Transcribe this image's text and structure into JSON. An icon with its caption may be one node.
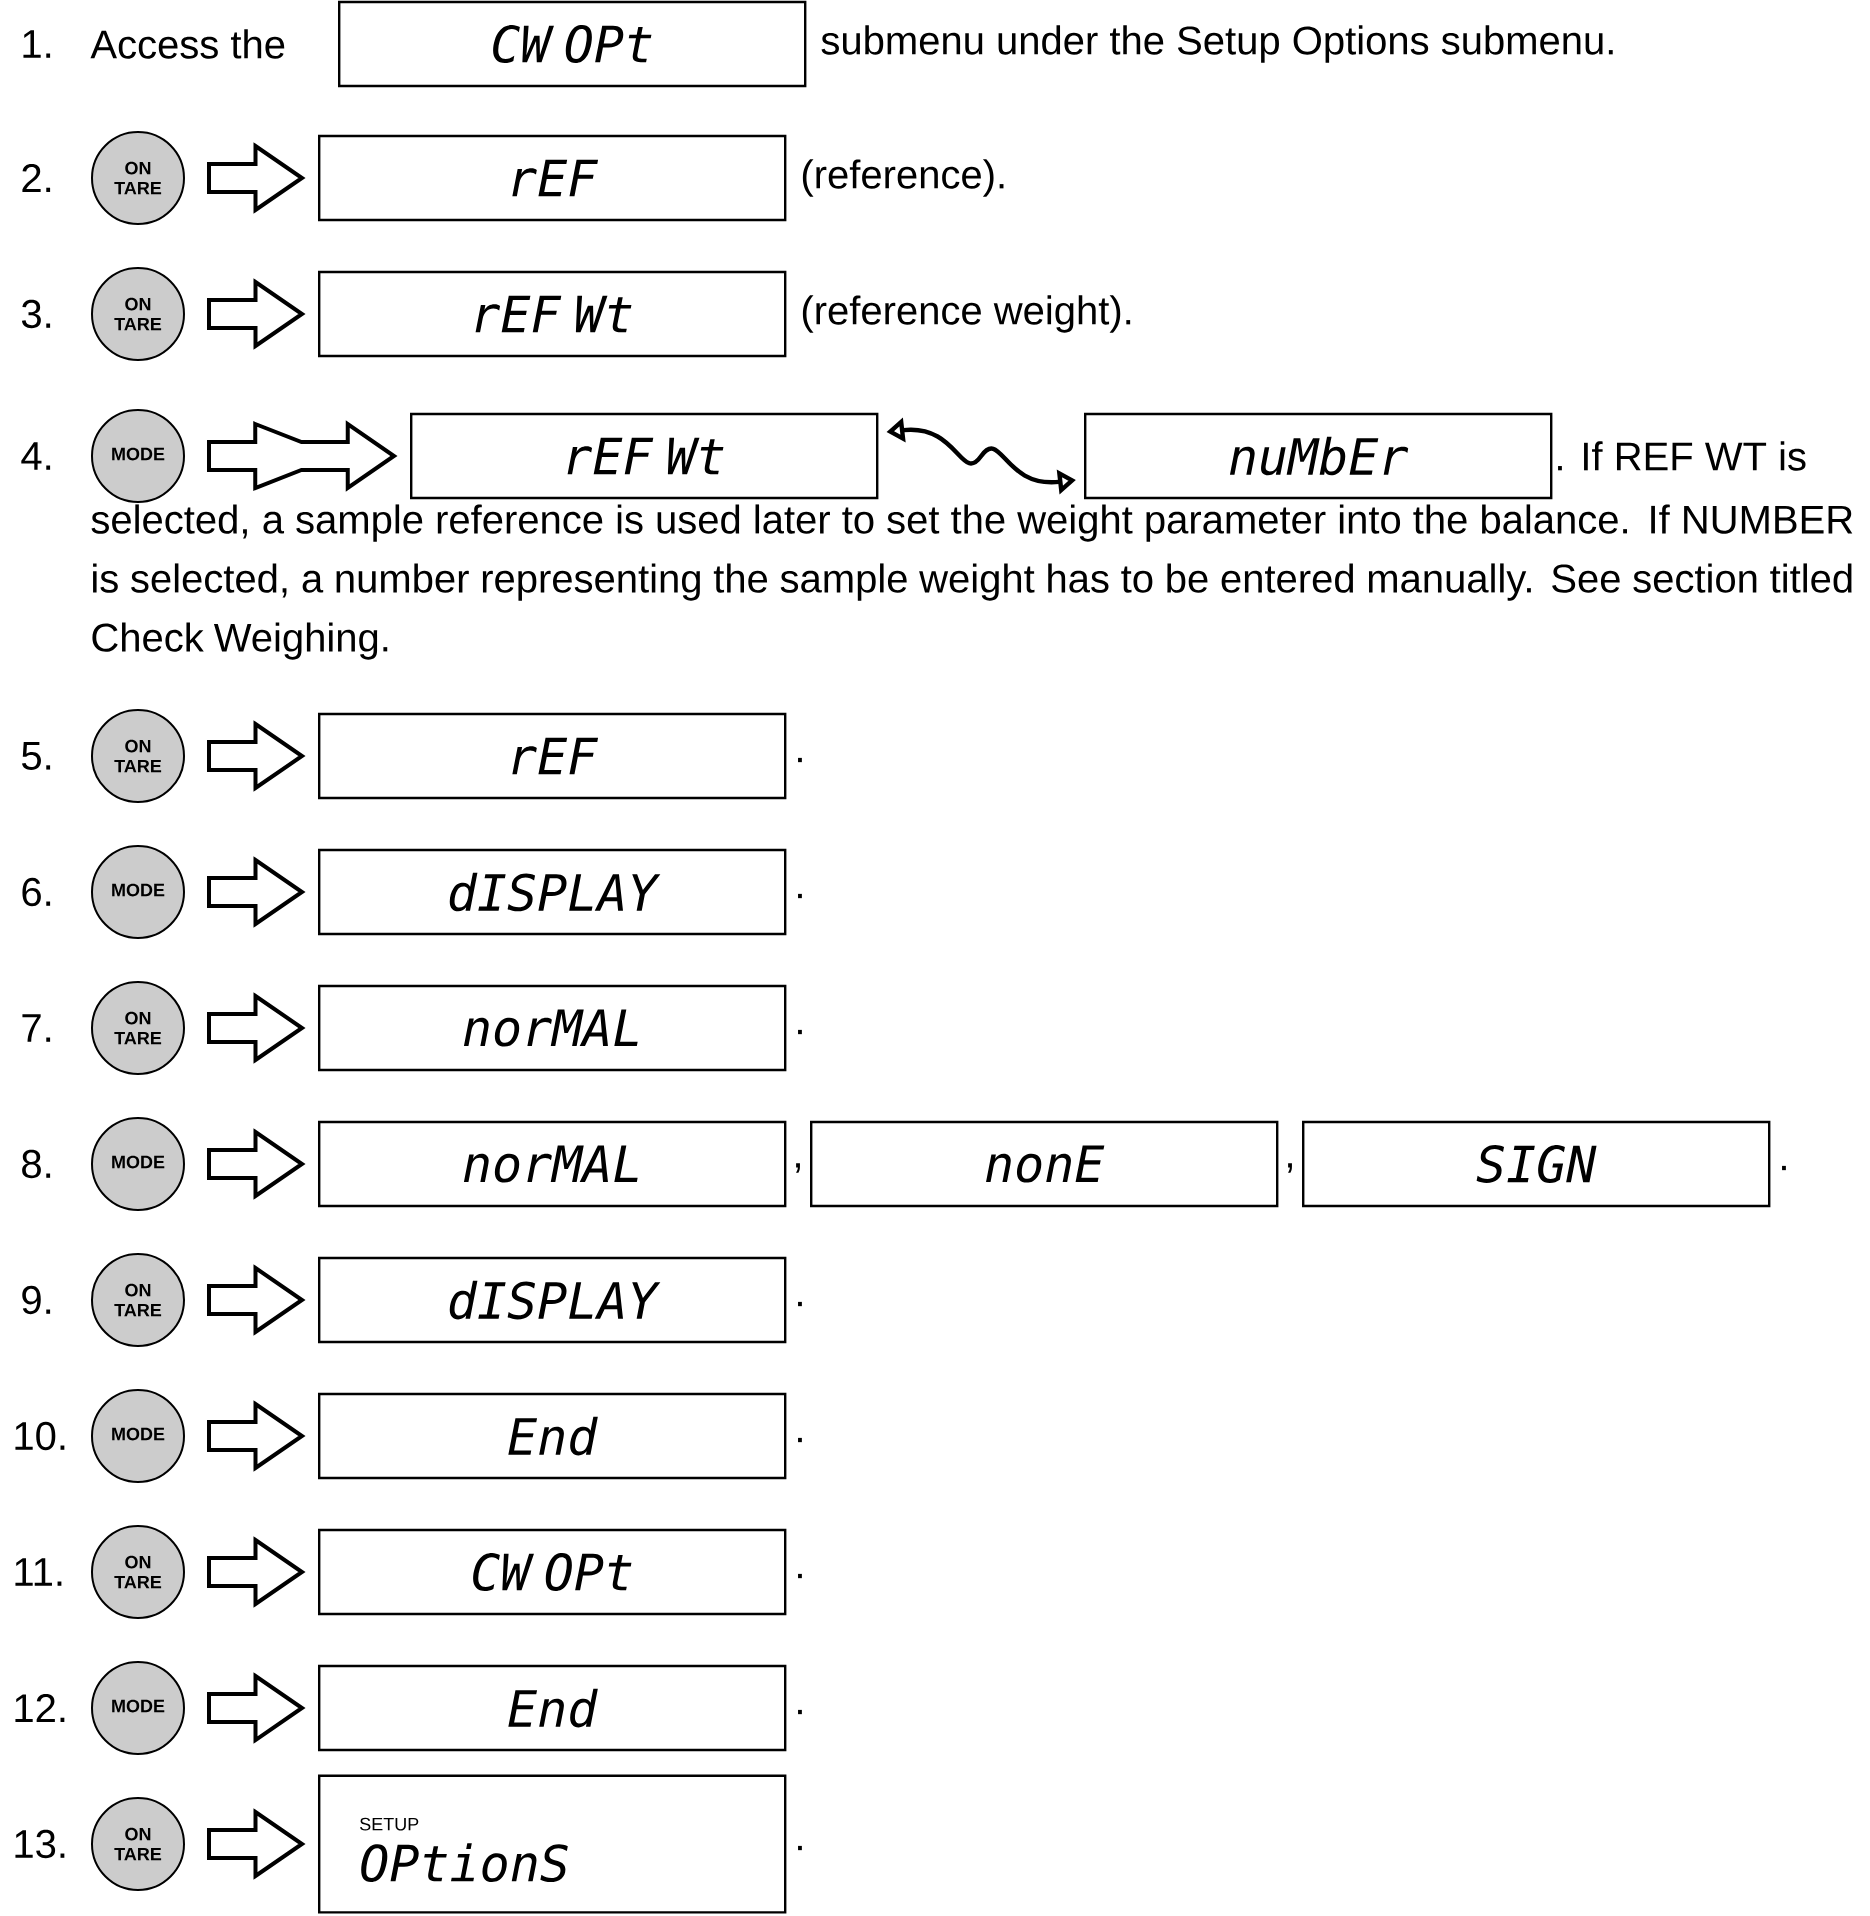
{
  "diagram": {
    "nodes": [
      {
        "text": [
          "CW OPt"
        ]
      },
      {
        "text": [
          "ON TARE"
        ]
      },
      {
        "text": [
          "rEF"
        ]
      },
      {
        "text": [
          "ON TARE"
        ]
      },
      {
        "text": [
          "rEF Wt"
        ]
      },
      {
        "text": [
          "MODE"
        ]
      },
      {
        "text": [
          "rEF Wt"
        ]
      },
      {
        "text": [
          "nuMbEr"
        ]
      },
      {
        "text": [
          "ON TARE"
        ]
      },
      {
        "text": [
          "rEF"
        ]
      },
      {
        "text": [
          "MODE"
        ]
      },
      {
        "text": [
          "dISPLAY"
        ]
      },
      {
        "text": [
          "ON TARE"
        ]
      },
      {
        "text": [
          "norMAL"
        ]
      },
      {
        "text": [
          "MODE"
        ]
      },
      {
        "text": [
          "norMAL"
        ]
      },
      {
        "text": [
          "nonE"
        ]
      },
      {
        "text": [
          "SIGN"
        ]
      },
      {
        "text": [
          "ON TARE"
        ]
      },
      {
        "text": [
          "dISPLAY"
        ]
      },
      {
        "text": [
          "MODE"
        ]
      },
      {
        "text": [
          "End"
        ]
      },
      {
        "text": [
          "ON TARE"
        ]
      },
      {
        "text": [
          "CW OPt"
        ]
      },
      {
        "text": [
          "MODE"
        ]
      },
      {
        "text": [
          "End"
        ]
      },
      {
        "text": [
          "ON TARE"
        ]
      },
      {
        "text": [
          "SETUP",
          "OPtionS"
        ]
      }
    ],
    "edges": [
      {
        "from": 1,
        "to": 2,
        "arrow": "to"
      },
      {
        "from": 3,
        "to": 4,
        "arrow": "to"
      },
      {
        "from": 5,
        "to": 6,
        "arrow": "to"
      },
      {
        "from": 6,
        "to": 7,
        "arrow": "both"
      },
      {
        "from": 8,
        "to": 9,
        "arrow": "to"
      },
      {
        "from": 10,
        "to": 11,
        "arrow": "to"
      },
      {
        "from": 12,
        "to": 13,
        "arrow": "to"
      },
      {
        "from": 14,
        "to": 15,
        "arrow": "to"
      },
      {
        "from": 18,
        "to": 19,
        "arrow": "to"
      },
      {
        "from": 20,
        "to": 21,
        "arrow": "to"
      },
      {
        "from": 22,
        "to": 23,
        "arrow": "to"
      },
      {
        "from": 24,
        "to": 25,
        "arrow": "to"
      },
      {
        "from": 26,
        "to": 27,
        "arrow": "to"
      }
    ],
    "labels": [
      "1.",
      "Access the",
      "submenu under the Setup Options submenu.",
      "2.",
      "(reference).",
      "3.",
      "(reference weight).",
      "4.",
      ". If REF WT is",
      "selected, a sample reference is used later to set the weight parameter into the balance. If NUMBER  is selected, a number representing the sample weight has to be entered manually. See section titled Check Weighing.",
      "5.",
      ".",
      "6.",
      ".",
      "7.",
      ".",
      "8.",
      ",",
      ",",
      ".",
      "9.",
      ".",
      "10.",
      ".",
      "11.",
      ".",
      "12.",
      ".",
      "13.",
      "."
    ]
  }
}
